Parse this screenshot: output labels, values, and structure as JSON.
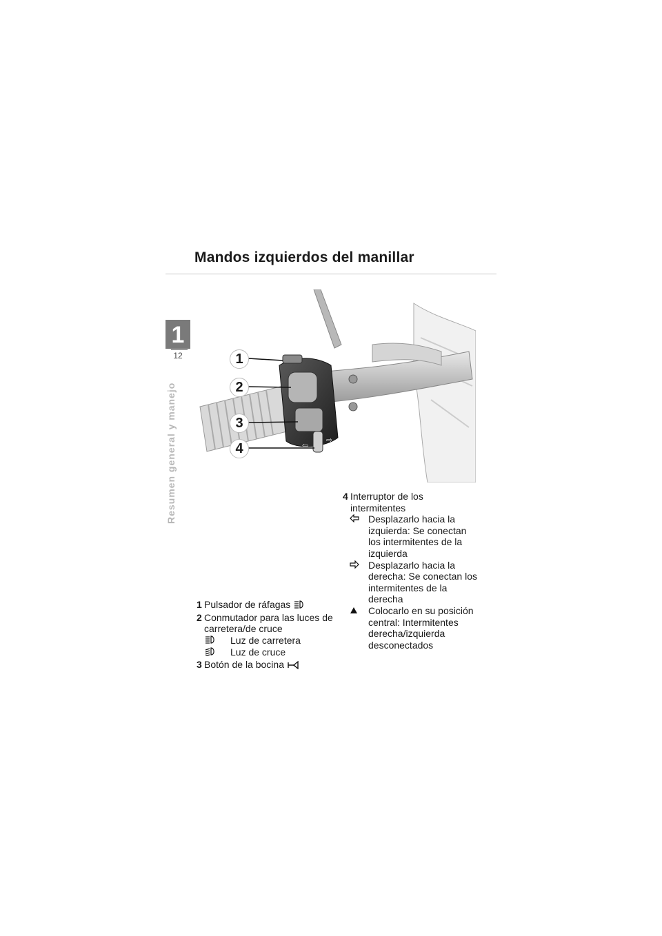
{
  "page": {
    "title": "Mandos izquierdos del manillar",
    "chapter": "1",
    "page_number": "12",
    "side_label": "Resumen general y manejo"
  },
  "figure": {
    "callouts": [
      "1",
      "2",
      "3",
      "4"
    ]
  },
  "legend": {
    "item1": {
      "num": "1",
      "text": "Pulsador de ráfagas",
      "icon": "high-beam-icon"
    },
    "item2": {
      "num": "2",
      "text": "Conmutador para las luces de carretera/de cruce",
      "options": [
        {
          "icon": "high-beam-icon",
          "text": "Luz de carretera"
        },
        {
          "icon": "low-beam-icon",
          "text": "Luz de cruce"
        }
      ]
    },
    "item3": {
      "num": "3",
      "text": "Botón de la bocina",
      "icon": "horn-icon"
    },
    "item4": {
      "num": "4",
      "text": "Interruptor de los intermitentes",
      "options": [
        {
          "icon": "arrow-left-icon",
          "text": "Desplazarlo hacia la izquierda: Se conectan los intermitentes de la izquierda"
        },
        {
          "icon": "arrow-right-icon",
          "text": "Desplazarlo hacia la derecha: Se conectan los intermitentes de la derecha"
        },
        {
          "icon": "triangle-up-icon",
          "text": "Colocarlo en su posición central: Intermitentes derecha/izquierda desconectados"
        }
      ]
    }
  }
}
